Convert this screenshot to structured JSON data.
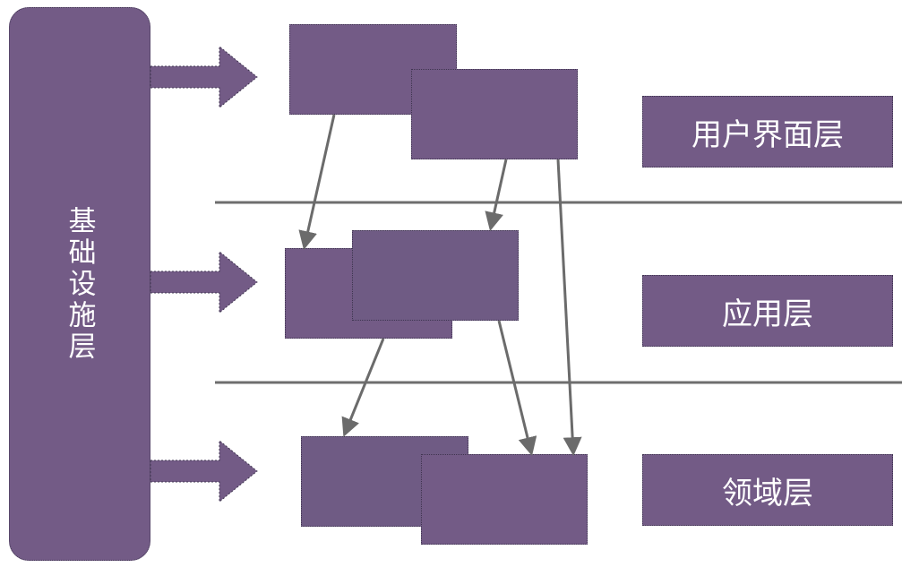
{
  "colors": {
    "box_fill": "#735b86",
    "box_fill_alt": "#6f5b84",
    "arrow_gray": "#6b6b6b",
    "divider_gray": "#6e6e6e",
    "fat_arrow_fill": "#735b86"
  },
  "infrastructure": {
    "label": "基础设施层"
  },
  "layers": {
    "ui": "用户界面层",
    "application": "应用层",
    "domain": "领域层"
  }
}
